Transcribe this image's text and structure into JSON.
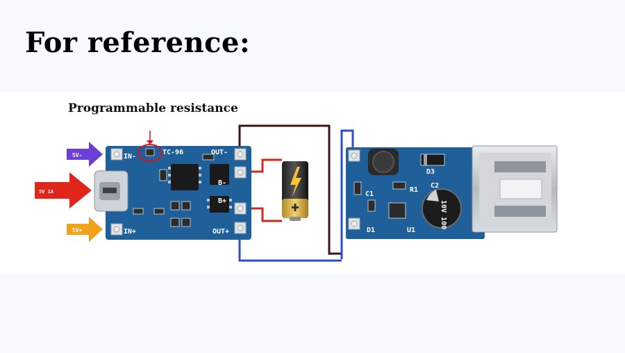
{
  "heading": "For reference:",
  "caption": "Programmable resistance",
  "charger_board": {
    "silk": {
      "in_minus": "IN-",
      "in_plus": "IN+",
      "out_minus": "OUT-",
      "out_plus": "OUT+",
      "b_minus": "B-",
      "b_plus": "B+",
      "tc": "TC-96"
    }
  },
  "boost_board": {
    "silk": {
      "c2": "C2",
      "c1": "C1",
      "d1": "D1",
      "d3": "D3",
      "u1": "U1",
      "r1": "R1",
      "cap": "10V\n100"
    }
  },
  "arrows": {
    "top": "5V-",
    "mid": "5V 1A",
    "bottom": "5V+"
  },
  "colors": {
    "board_blue": "#1f5f9a",
    "wire_red": "#cc2b1e",
    "wire_brown": "#3b1512",
    "wire_blue": "#2a4dd0",
    "arrow_purple": "#6b3fd6",
    "arrow_red": "#e0261a",
    "arrow_orange": "#f0a21a"
  }
}
